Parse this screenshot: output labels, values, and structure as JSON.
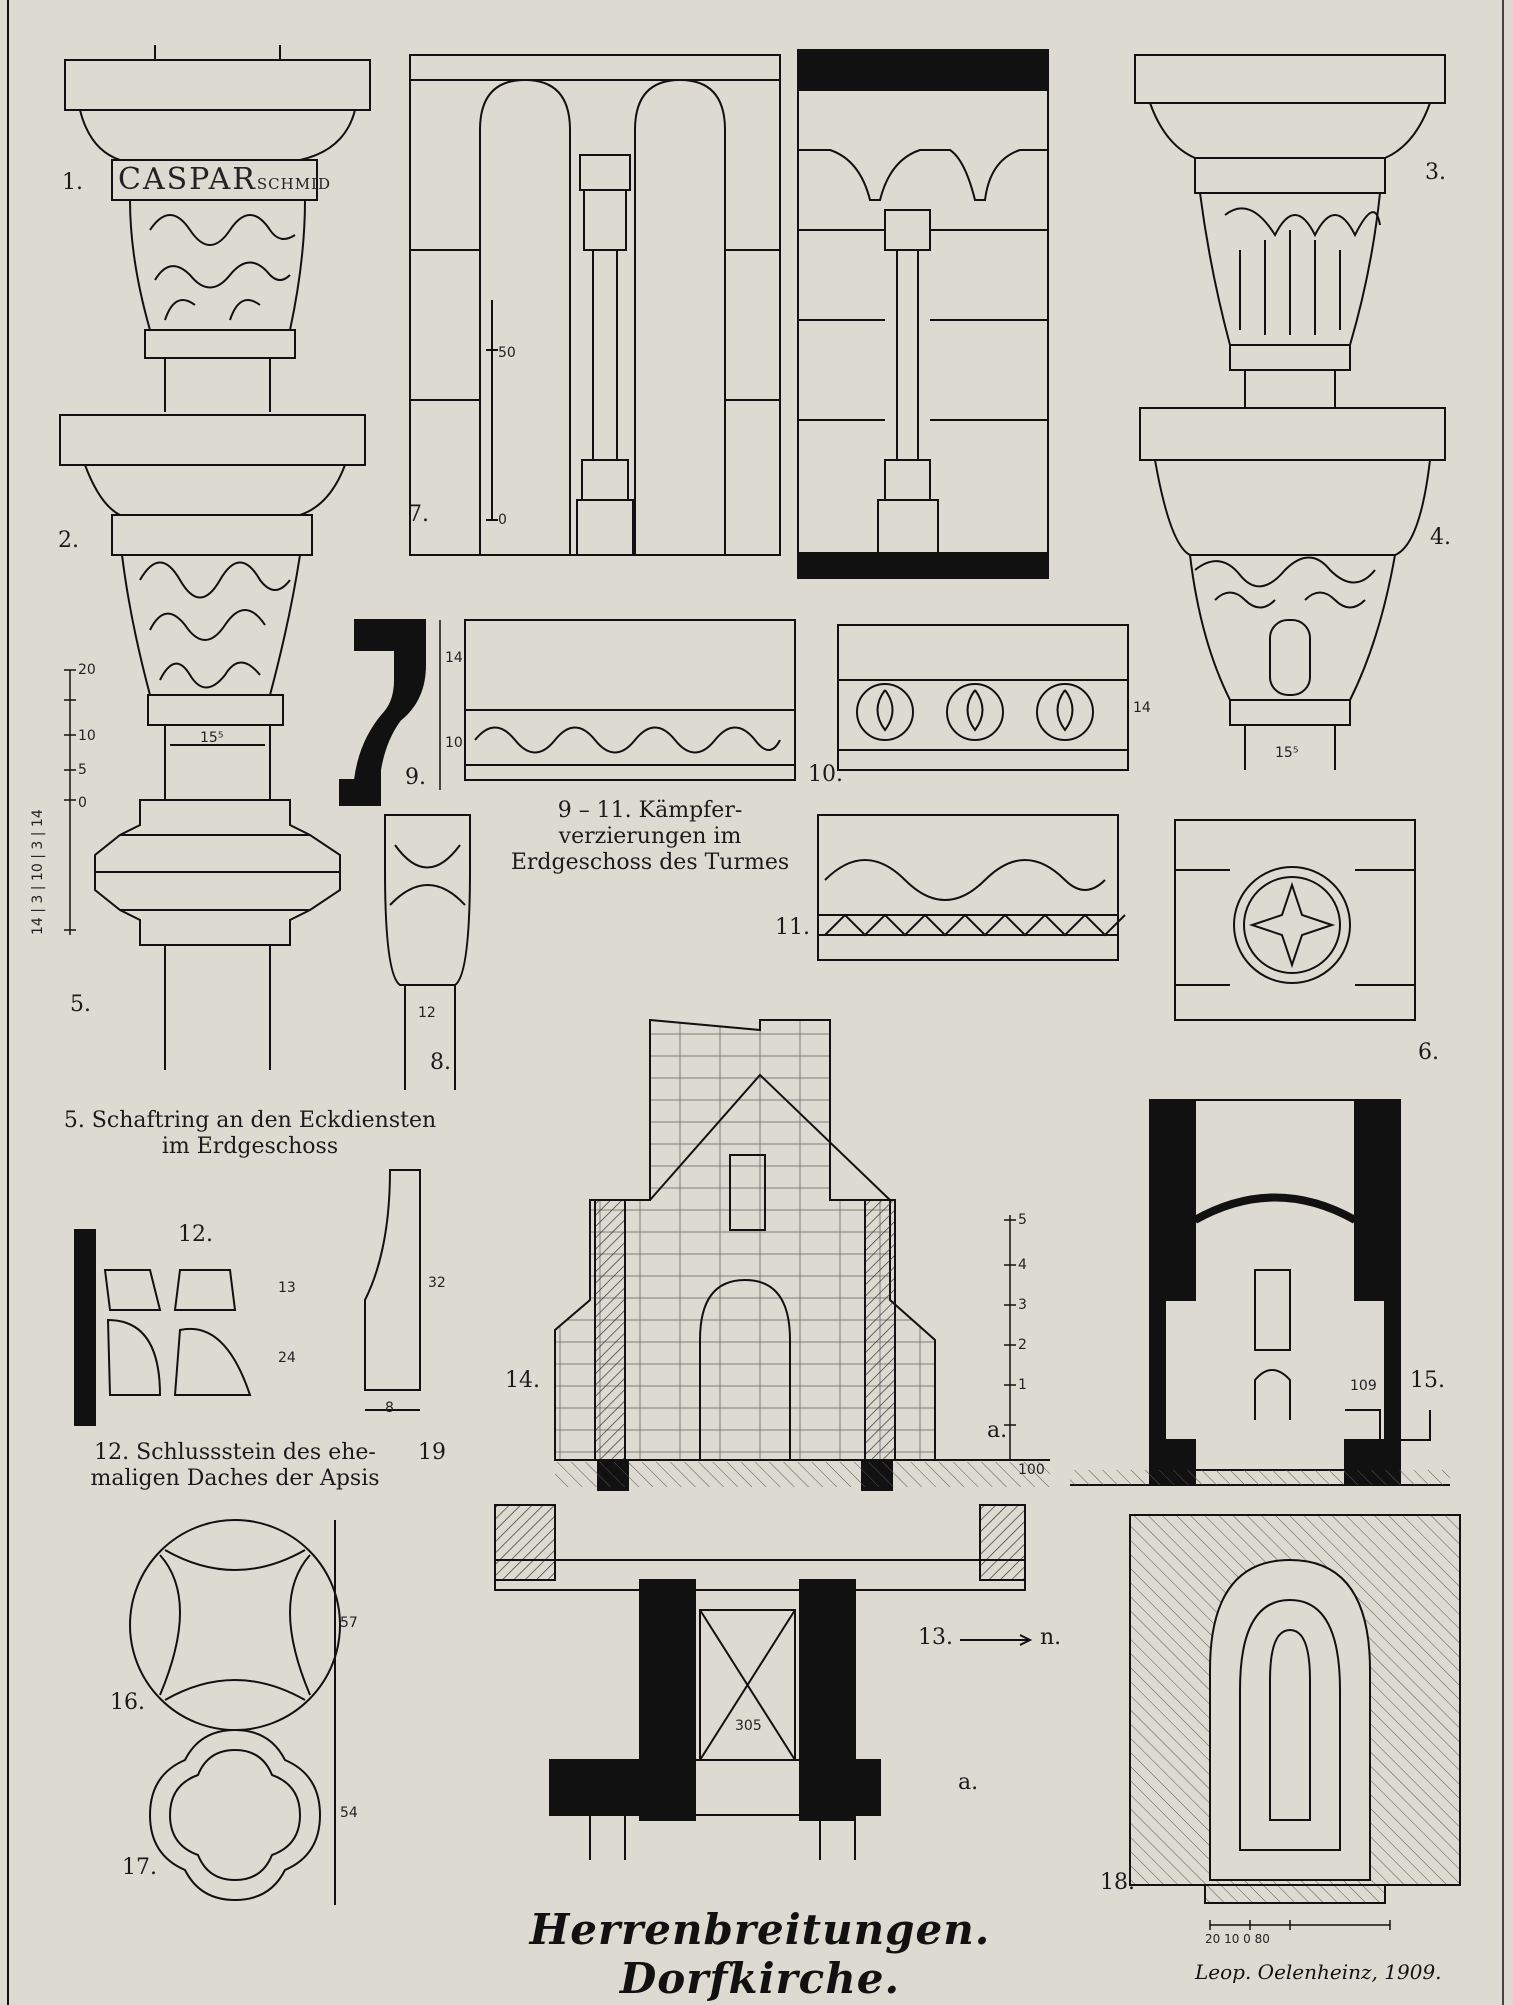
{
  "title": "Herrenbreitungen. Dorfkirche.",
  "signature": "Leop. Oelenheinz, 1909.",
  "inscription": {
    "main": "CASPAR",
    "small": "SCHMID"
  },
  "figure_numbers": {
    "f1": "1.",
    "f2": "2.",
    "f3": "3.",
    "f4": "4.",
    "f5": "5.",
    "f6": "6.",
    "f7": "7.",
    "f8": "8.",
    "f9": "9.",
    "f10": "10.",
    "f11": "11.",
    "f12": "12.",
    "f13": "13.",
    "f14": "14.",
    "f15": "15.",
    "f16": "16.",
    "f17": "17.",
    "f18": "18.",
    "f19": "19",
    "a13": "a.",
    "a14": "a.",
    "north": "n."
  },
  "captions": {
    "c911_line1": "9 – 11. Kämpfer-",
    "c911_line2": "verzierungen im",
    "c911_line3": "Erdgeschoss des Turmes",
    "c5_line1": "5. Schaftring an den Eckdiensten",
    "c5_line2": "im Erdgeschoss",
    "c12_line1": "12. Schlussstein des ehe-",
    "c12_line2": "maligen Daches der Apsis"
  },
  "dimensions": {
    "d2": "15⁵",
    "d4": "15⁵",
    "d8": "12",
    "d9a": "14",
    "d9b": "10",
    "d10": "14",
    "d12a": "13",
    "d12b": "24",
    "d19a": "32",
    "d19b": "8",
    "d13": "305",
    "d15": "109",
    "d16": "57",
    "d17": "54",
    "s7a": "50",
    "s7b": "0",
    "s5a": "20",
    "s5b": "10",
    "s5c": "5",
    "s5d": "0",
    "s5chain": "14 | 3 | 10 | 3 | 14",
    "s14a": "5",
    "s14b": "4",
    "s14c": "3",
    "s14d": "2",
    "s14e": "1",
    "s14f": "100",
    "scale18": "20 10 0          80"
  },
  "colors": {
    "paper": "#dddbd1",
    "ink": "#111111",
    "hatch": "#333333"
  }
}
